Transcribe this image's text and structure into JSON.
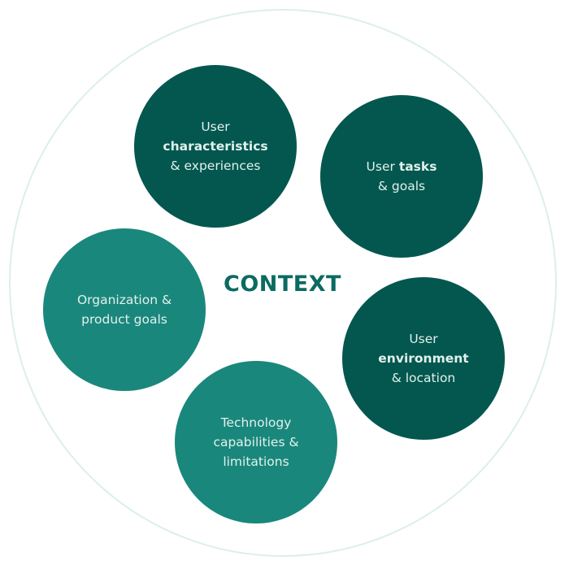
{
  "title": "CONTEXT",
  "colors": {
    "dark": "#03574f",
    "light": "#1a877c",
    "title": "#0b6b61",
    "ring": "#dcefeb"
  },
  "circles": [
    {
      "line1": "User",
      "bold": "characteristics",
      "line3": "& experiences"
    },
    {
      "pre": "User ",
      "bold": "tasks",
      "line2": "& goals"
    },
    {
      "line1": "Organization &",
      "line2": "product goals"
    },
    {
      "line1": "User",
      "bold": "environment",
      "line3": "& location"
    },
    {
      "line1": "Technology",
      "line2": "capabilities &",
      "line3": "limitations"
    }
  ]
}
